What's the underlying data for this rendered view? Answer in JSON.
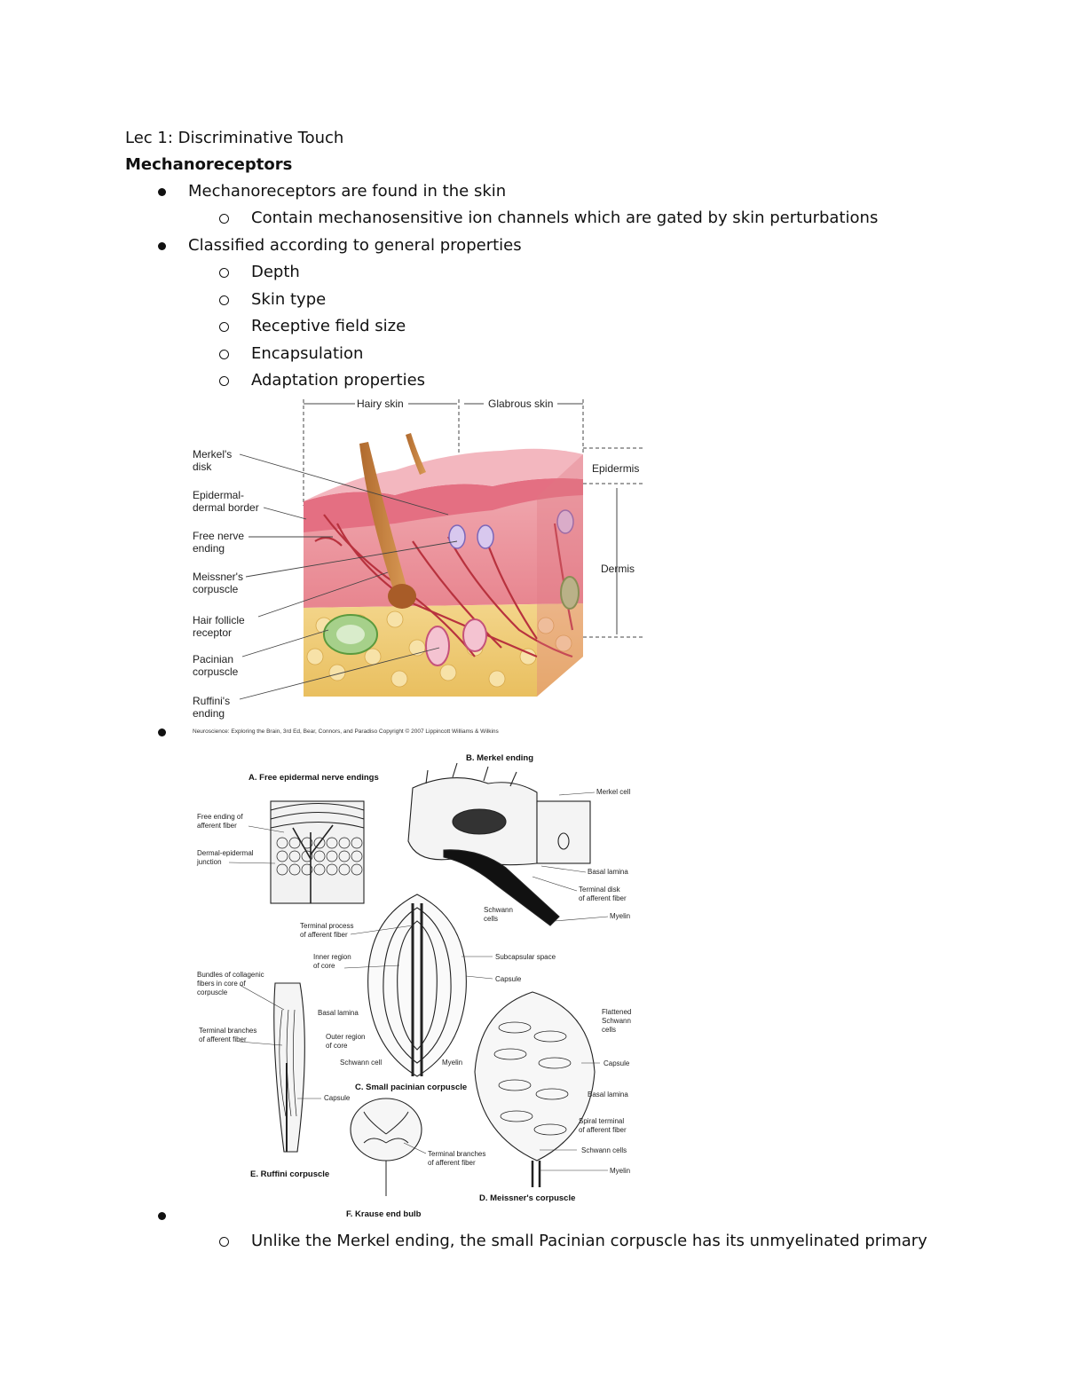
{
  "doc": {
    "title": "Lec 1: Discriminative Touch",
    "heading": "Mechanoreceptors",
    "bullets": [
      "Mechanoreceptors are found in the skin",
      "Classified according to general properties"
    ],
    "sub1": [
      "Contain mechanosensitive ion channels which are gated by skin perturbations"
    ],
    "sub2": [
      "Depth",
      "Skin type",
      "Receptive field size",
      "Encapsulation",
      "Adaptation properties"
    ],
    "final_sub": "Unlike the Merkel ending, the small Pacinian corpuscle has its unmyelinated primary"
  },
  "fig1": {
    "hairy": "Hairy skin",
    "glabrous": "Glabrous skin",
    "epidermis": "Epidermis",
    "dermis": "Dermis",
    "labels": [
      [
        "Merkel's",
        "disk"
      ],
      [
        "Epidermal-",
        "dermal border"
      ],
      [
        "Free nerve",
        "ending"
      ],
      [
        "Meissner's",
        "corpuscle"
      ],
      [
        "Hair follicle",
        "receptor"
      ],
      [
        "Pacinian",
        "corpuscle"
      ],
      [
        "Ruffini's",
        "ending"
      ]
    ],
    "credit": "Neuroscience: Exploring the Brain, 3rd Ed, Bear, Connors, and Paradiso Copyright © 2007 Lippincott Williams & Wilkins"
  },
  "fig2": {
    "A": "A. Free epidermal nerve endings",
    "B": "B. Merkel ending",
    "C": "C. Small pacinian corpuscle",
    "D": "D. Meissner's corpuscle",
    "E": "E. Ruffini corpuscle",
    "F": "F. Krause end bulb",
    "a1": [
      "Free ending of",
      "afferent fiber"
    ],
    "a2": [
      "Dermal-epidermal",
      "junction"
    ],
    "b1": "Merkel cell",
    "b2": "Basal lamina",
    "b3": [
      "Terminal disk",
      "of afferent fiber"
    ],
    "b4": [
      "Schwann",
      "cells"
    ],
    "b5": "Myelin",
    "c1": [
      "Terminal process",
      "of afferent fiber"
    ],
    "c2": [
      "Inner region",
      "of core"
    ],
    "c3": "Subcapsular space",
    "c4": "Capsule",
    "c5": "Basal lamina",
    "c6": [
      "Outer region",
      "of core"
    ],
    "c7": "Schwann cell",
    "c8": "Myelin",
    "d1": [
      "Flattened",
      "Schwann",
      "cells"
    ],
    "d2": "Capsule",
    "d3": "Basal lamina",
    "d4": [
      "Spiral terminal",
      "of afferent fiber"
    ],
    "d5": "Schwann cells",
    "d6": "Myelin",
    "e1": [
      "Bundles of collagenic",
      "fibers in core of",
      "corpuscle"
    ],
    "e2": [
      "Terminal branches",
      "of afferent fiber"
    ],
    "e3": "Capsule",
    "f1": [
      "Terminal branches",
      "of afferent fiber"
    ]
  }
}
